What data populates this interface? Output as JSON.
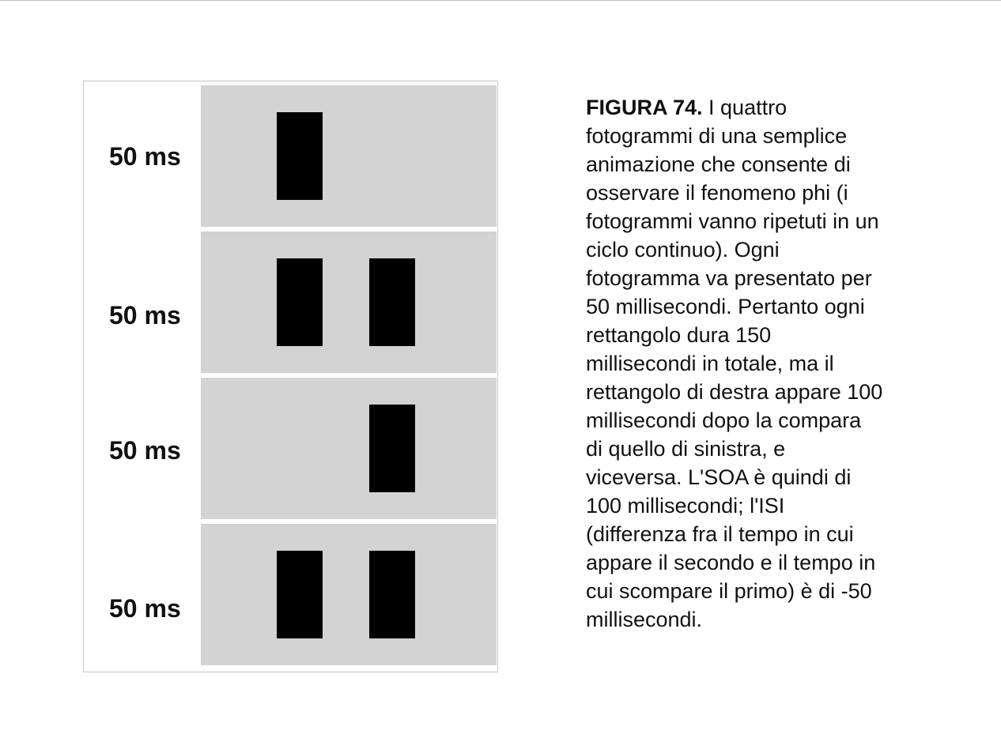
{
  "figure": {
    "frames": [
      {
        "duration": "50 ms",
        "left_rect": true,
        "right_rect": false
      },
      {
        "duration": "50 ms",
        "left_rect": true,
        "right_rect": true
      },
      {
        "duration": "50 ms",
        "left_rect": false,
        "right_rect": true
      },
      {
        "duration": "50 ms",
        "left_rect": true,
        "right_rect": true
      }
    ]
  },
  "caption": {
    "label": "FIGURA 74.",
    "lines": [
      " I quattro",
      "fotogrammi di una semplice",
      "animazione che consente di",
      "osservare il fenomeno phi (i",
      "fotogrammi vanno ripetuti in un",
      "ciclo continuo). Ogni",
      "fotogramma va presentato per",
      "50 millisecondi. Pertanto ogni",
      "rettangolo dura 150",
      "millisecondi in totale, ma il",
      "rettangolo di destra appare 100",
      "millisecondi dopo la compara",
      "di quello di sinistra, e",
      "viceversa. L'SOA è quindi di",
      "100 millisecondi; l'ISI",
      "(differenza fra il tempo in cui",
      "appare il secondo e il tempo in",
      "cui scompare il primo) è di -50",
      "millisecondi."
    ]
  }
}
